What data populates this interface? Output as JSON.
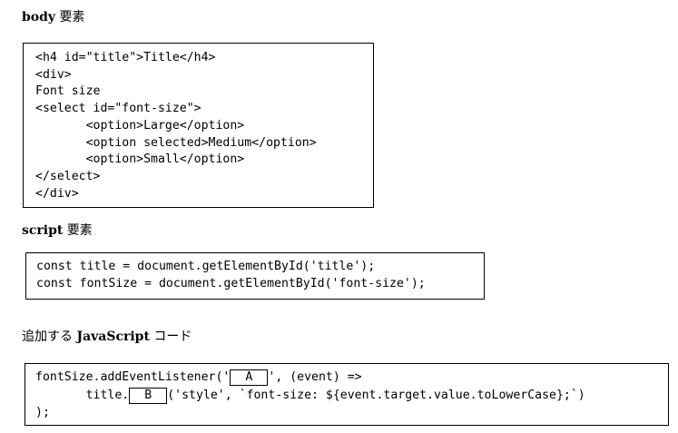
{
  "headings": {
    "body": {
      "bold": "body",
      "rest": " 要素"
    },
    "script": {
      "bold": "script",
      "rest": " 要素"
    },
    "added": {
      "pre": "追加する ",
      "bold": "JavaScript",
      "rest": " コード"
    }
  },
  "body_code": [
    "<h4 id=\"title\">Title</h4>",
    "<div>",
    "Font size",
    "<select id=\"font-size\">",
    "       <option>Large</option>",
    "       <option selected>Medium</option>",
    "       <option>Small</option>",
    "</select>",
    "</div>"
  ],
  "script_code": [
    "const title = document.getElementById('title');",
    "const fontSize = document.getElementById('font-size');"
  ],
  "added_code": {
    "line1_pre": "fontSize.addEventListener('",
    "blank_a": "A",
    "line1_post": "', (event) =>",
    "line2_pre": "       title.",
    "blank_b": "B",
    "line2_post": "('style', `font-size: ${event.target.value.toLowerCase};`)",
    "line3": ");"
  }
}
